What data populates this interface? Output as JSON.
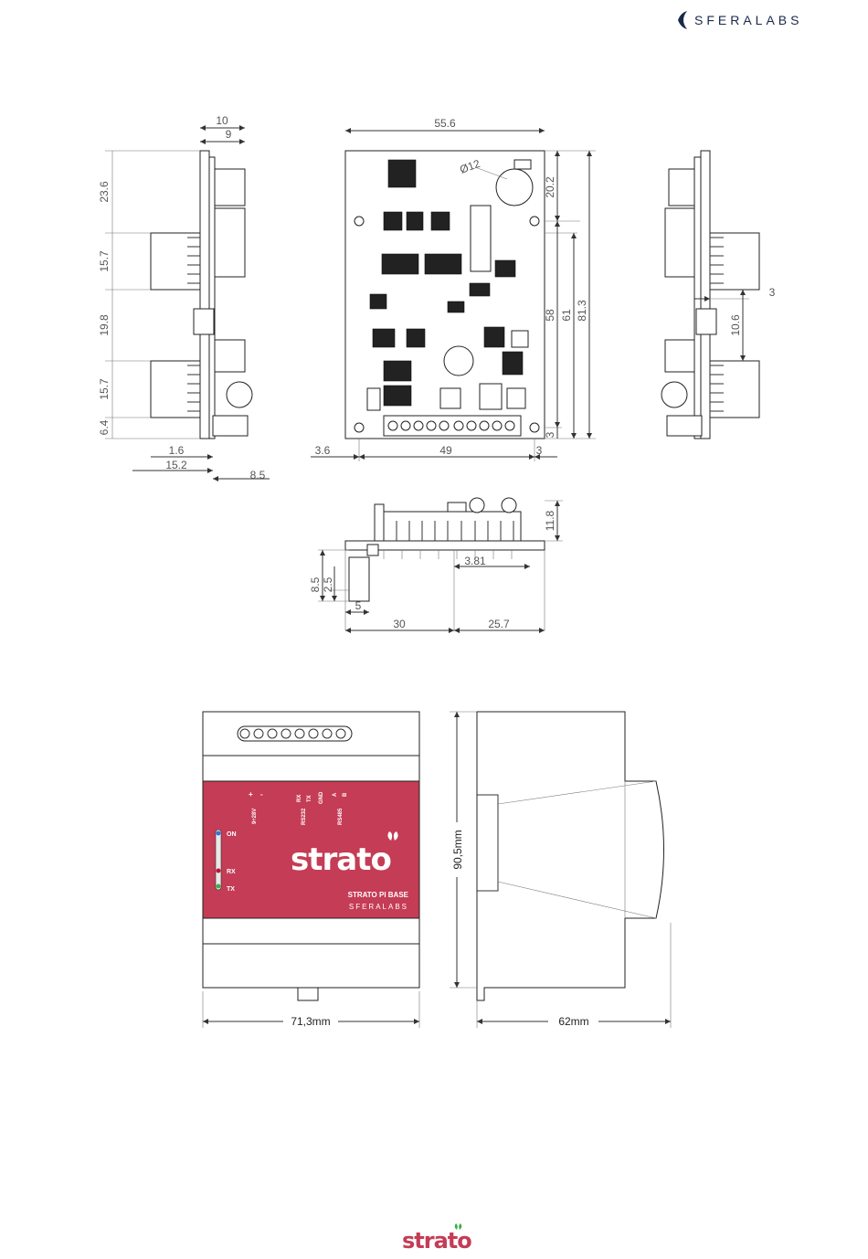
{
  "header": {
    "brand": "SFERALABS"
  },
  "footer": {
    "logo_text": "strato"
  },
  "drawing1": {
    "left_view": {
      "top_10": "10",
      "top_9": "9",
      "v1": "23.6",
      "v2": "15.7",
      "v3": "19.8",
      "v4": "15.7",
      "v5": "6.4",
      "b1": "1.6",
      "b2": "15.2",
      "b3": "8.5"
    },
    "front_view": {
      "width": "55.6",
      "hole": "Ø12",
      "h1": "20.2",
      "h2": "58",
      "h3": "61",
      "h4": "81.3",
      "h5": "3",
      "bl": "3.6",
      "bm": "49",
      "br": "3"
    },
    "right_view": {
      "r1": "3",
      "r2": "10.6"
    },
    "bottom_view": {
      "height": "11.8",
      "pitch": "3.81",
      "v1": "8.5",
      "v2": "2.5",
      "w1": "5",
      "w2": "30",
      "w3": "25.7"
    }
  },
  "drawing2": {
    "front": {
      "labels": {
        "plus": "+",
        "minus": "-",
        "rx": "RX",
        "tx": "TX",
        "gnd": "GND",
        "a": "A",
        "b": "B",
        "power": "9÷28V",
        "rs232": "RS232",
        "rs485": "RS485"
      },
      "leds": {
        "on": "ON",
        "rx": "RX",
        "tx": "TX"
      },
      "logo": "strato",
      "product": "STRATO PI BASE",
      "brand": "SFERALABS"
    },
    "dims": {
      "width": "71,3mm",
      "height": "90,5mm",
      "depth": "62mm"
    },
    "colors": {
      "panel": "#C43C55",
      "led_on": "#3a6fd8",
      "led_tx": "#3cb043"
    }
  }
}
